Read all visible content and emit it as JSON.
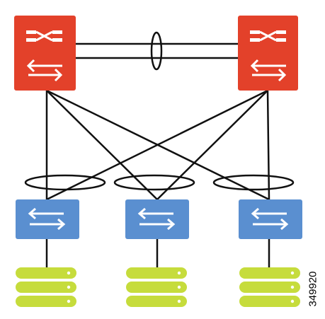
{
  "figure": {
    "id_label": "349920"
  },
  "colors": {
    "core_switch": "#e3412a",
    "access_switch": "#5a8fd0",
    "server": "#c6dc3c",
    "line": "#111111",
    "icon_stroke": "#ffffff"
  },
  "nodes": {
    "core_switches": [
      {
        "name": "core-switch-left",
        "icon": "router-icon + switch-icon"
      },
      {
        "name": "core-switch-right",
        "icon": "router-icon + switch-icon"
      }
    ],
    "access_switches": [
      {
        "name": "access-switch-1",
        "icon": "switch-icon"
      },
      {
        "name": "access-switch-2",
        "icon": "switch-icon"
      },
      {
        "name": "access-switch-3",
        "icon": "switch-icon"
      }
    ],
    "server_stacks": [
      {
        "name": "server-stack-1",
        "units": 3
      },
      {
        "name": "server-stack-2",
        "units": 3
      },
      {
        "name": "server-stack-3",
        "units": 3
      }
    ]
  }
}
